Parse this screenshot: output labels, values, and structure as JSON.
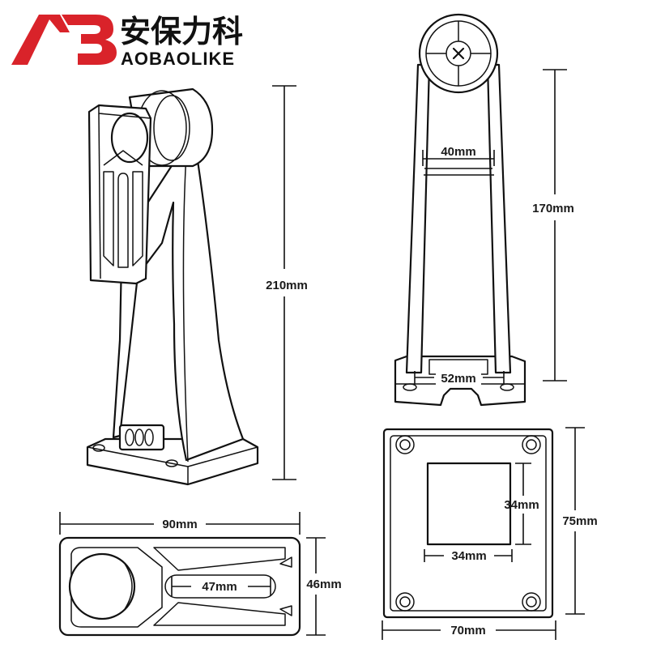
{
  "brand": {
    "logo_letters": "AB",
    "name_cn": "安保力科",
    "name_en": "AOBAOLIKE",
    "accent_color": "#d9232a"
  },
  "dimensions": {
    "side_height": "210mm",
    "front_height": "170mm",
    "front_top_width": "40mm",
    "front_base_width": "52mm",
    "top_length": "90mm",
    "top_slot": "47mm",
    "top_width": "46mm",
    "base_hole_height": "34mm",
    "base_hole_width": "34mm",
    "base_height": "75mm",
    "base_width": "70mm"
  }
}
